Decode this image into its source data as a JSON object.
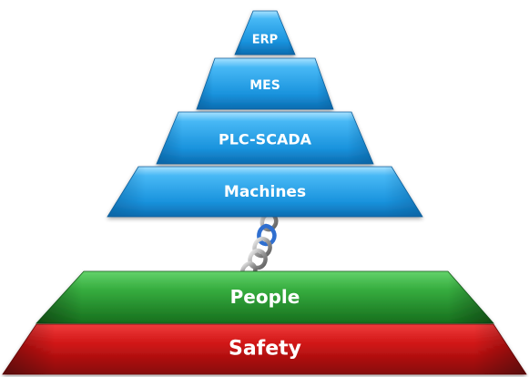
{
  "upper_pyramid": {
    "levels": [
      {
        "label": "ERP"
      },
      {
        "label": "MES"
      },
      {
        "label": "PLC-SCADA"
      },
      {
        "label": "Machines"
      }
    ]
  },
  "lower_pyramid": {
    "levels": [
      {
        "label": "People"
      },
      {
        "label": "Safety"
      }
    ]
  },
  "connector": {
    "icon": "chain-link-icon"
  },
  "colors": {
    "blue_light": "#7fd0ff",
    "blue_mid": "#1e9be6",
    "blue_dark": "#0a6fb5",
    "green_light": "#4fc45a",
    "green_dark": "#1b7a22",
    "red_light": "#e02424",
    "red_dark": "#8f0d0d"
  }
}
